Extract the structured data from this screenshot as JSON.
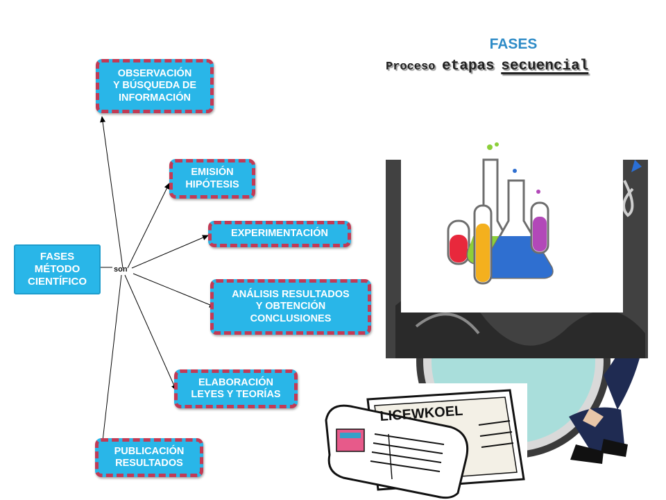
{
  "header": {
    "title": "FASES",
    "subtitle_words": [
      "Proceso",
      "etapas",
      "secuencial"
    ]
  },
  "diagram": {
    "root": "FASES\nMÉTODO\nCIENTÍFICO",
    "link_label": "son",
    "phases": [
      "OBSERVACIÓN\nY BÚSQUEDA DE\nINFORMACIÓN",
      "EMISIÓN\nHIPÓTESIS",
      "EXPERIMENTACIÓN",
      "ANÁLISIS RESULTADOS\nY OBTENCIÓN\nCONCLUSIONES",
      "ELABORACIÓN\nLEYES Y TEORÍAS",
      "PUBLICACIÓN\nRESULTADOS"
    ]
  },
  "illustrations": {
    "newspaper_headline": "LICEWKOEL"
  },
  "colors": {
    "node_fill": "#29b6e8",
    "node_border": "#c23a55",
    "title": "#2e8bc7"
  }
}
